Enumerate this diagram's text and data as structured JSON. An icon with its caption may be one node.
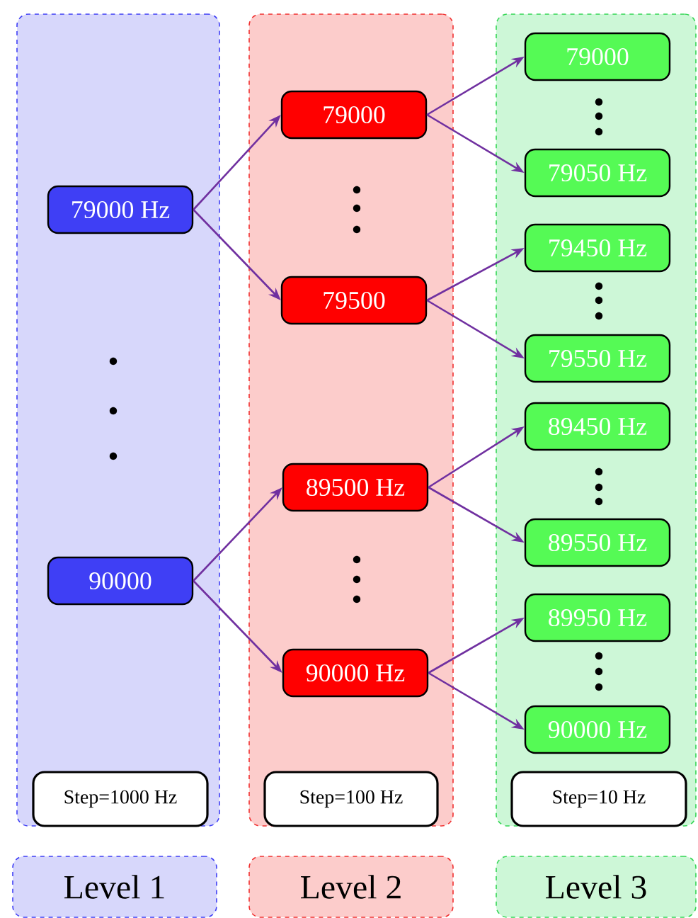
{
  "diagram": {
    "nodes": [
      {
        "text": [],
        "shape": "box"
      },
      {
        "text": [
          "79000 Hz"
        ],
        "in": 0
      },
      {
        "text": [
          "90000"
        ],
        "in": 0
      },
      {
        "text": [
          "Step=1000 Hz"
        ],
        "in": 0
      },
      {
        "text": [],
        "shape": "box"
      },
      {
        "text": [
          "79000"
        ],
        "in": 4
      },
      {
        "text": [
          "79500"
        ],
        "in": 4
      },
      {
        "text": [
          "89500 Hz"
        ],
        "in": 4
      },
      {
        "text": [
          "90000 Hz"
        ],
        "in": 4
      },
      {
        "text": [
          "Step=100 Hz"
        ],
        "in": 4
      },
      {
        "text": [],
        "shape": "box"
      },
      {
        "text": [
          "79000"
        ],
        "in": 10
      },
      {
        "text": [
          "79050 Hz"
        ],
        "in": 10
      },
      {
        "text": [
          "79450 Hz"
        ],
        "in": 10
      },
      {
        "text": [
          "79550 Hz"
        ],
        "in": 10
      },
      {
        "text": [
          "89450 Hz"
        ],
        "in": 10
      },
      {
        "text": [
          "89550 Hz"
        ],
        "in": 10
      },
      {
        "text": [
          "89950 Hz"
        ],
        "in": 10
      },
      {
        "text": [
          "90000 Hz"
        ],
        "in": 10
      },
      {
        "text": [
          "Step=10 Hz"
        ],
        "in": 10
      },
      {
        "text": [
          "Level 1"
        ]
      },
      {
        "text": [
          "Level 2"
        ]
      },
      {
        "text": [
          "Level 3"
        ]
      }
    ],
    "edges": [
      {
        "from": 1,
        "to": 5,
        "arrow": "to"
      },
      {
        "from": 1,
        "to": 6,
        "arrow": "to"
      },
      {
        "from": 2,
        "to": 7,
        "arrow": "to"
      },
      {
        "from": 2,
        "to": 8,
        "arrow": "to"
      },
      {
        "from": 5,
        "to": 11,
        "arrow": "to"
      },
      {
        "from": 5,
        "to": 12,
        "arrow": "to"
      },
      {
        "from": 6,
        "to": 13,
        "arrow": "to"
      },
      {
        "from": 6,
        "to": 14,
        "arrow": "to"
      },
      {
        "from": 7,
        "to": 15,
        "arrow": "to"
      },
      {
        "from": 7,
        "to": 16,
        "arrow": "to"
      },
      {
        "from": 8,
        "to": 17,
        "arrow": "to"
      },
      {
        "from": 8,
        "to": 18,
        "arrow": "to"
      }
    ]
  }
}
